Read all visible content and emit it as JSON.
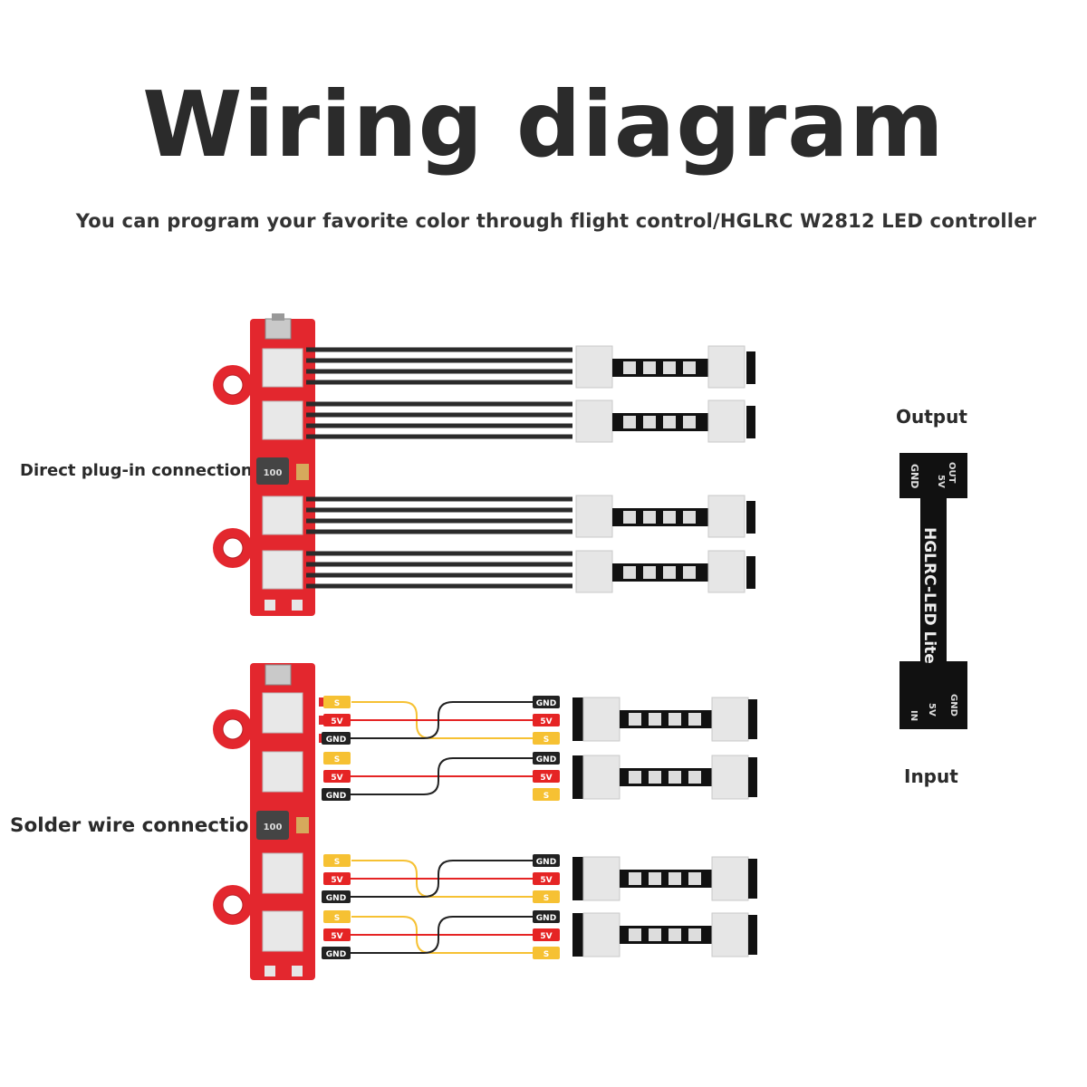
{
  "header": {
    "title": "Wiring diagram",
    "subtitle": "You can program your favorite color through flight control/HGLRC W2812 LED controller"
  },
  "labels": {
    "direct": "Direct plug-in connection",
    "solder": "Solder wire connection",
    "output": "Output",
    "input": "Input"
  },
  "pads": {
    "signal": "S",
    "power": "5V",
    "ground": "GND"
  },
  "board": {
    "inductor": "100",
    "silk_out": "OUT",
    "silk_5v": "5V",
    "silk_gnd": "GND",
    "silk_name": "HGLRC-LED Lite",
    "silk_in": "IN"
  },
  "colors": {
    "controller_red": "#e3272e",
    "wire_black": "#222222",
    "wire_red": "#e52424",
    "wire_yellow": "#f6c133",
    "led_pcb": "#111111"
  }
}
